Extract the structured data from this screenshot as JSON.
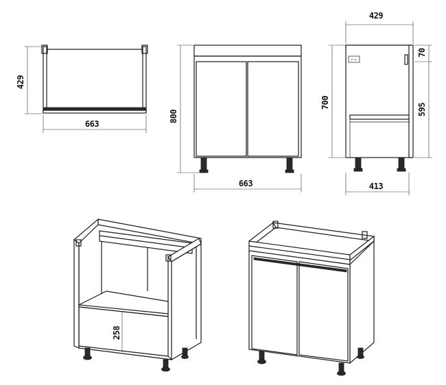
{
  "dimensions": {
    "top_view": {
      "depth": "429",
      "width": "663"
    },
    "front_view": {
      "height": "800",
      "width": "663"
    },
    "side_view": {
      "depth_top": "429",
      "height": "700",
      "rail": "70",
      "inner_height": "595",
      "depth_bottom": "413"
    },
    "open_view": {
      "shelf_height": "258"
    }
  },
  "colors": {
    "line": "#1a1a1a",
    "background": "#ffffff",
    "feet": "#2a2a2a"
  }
}
